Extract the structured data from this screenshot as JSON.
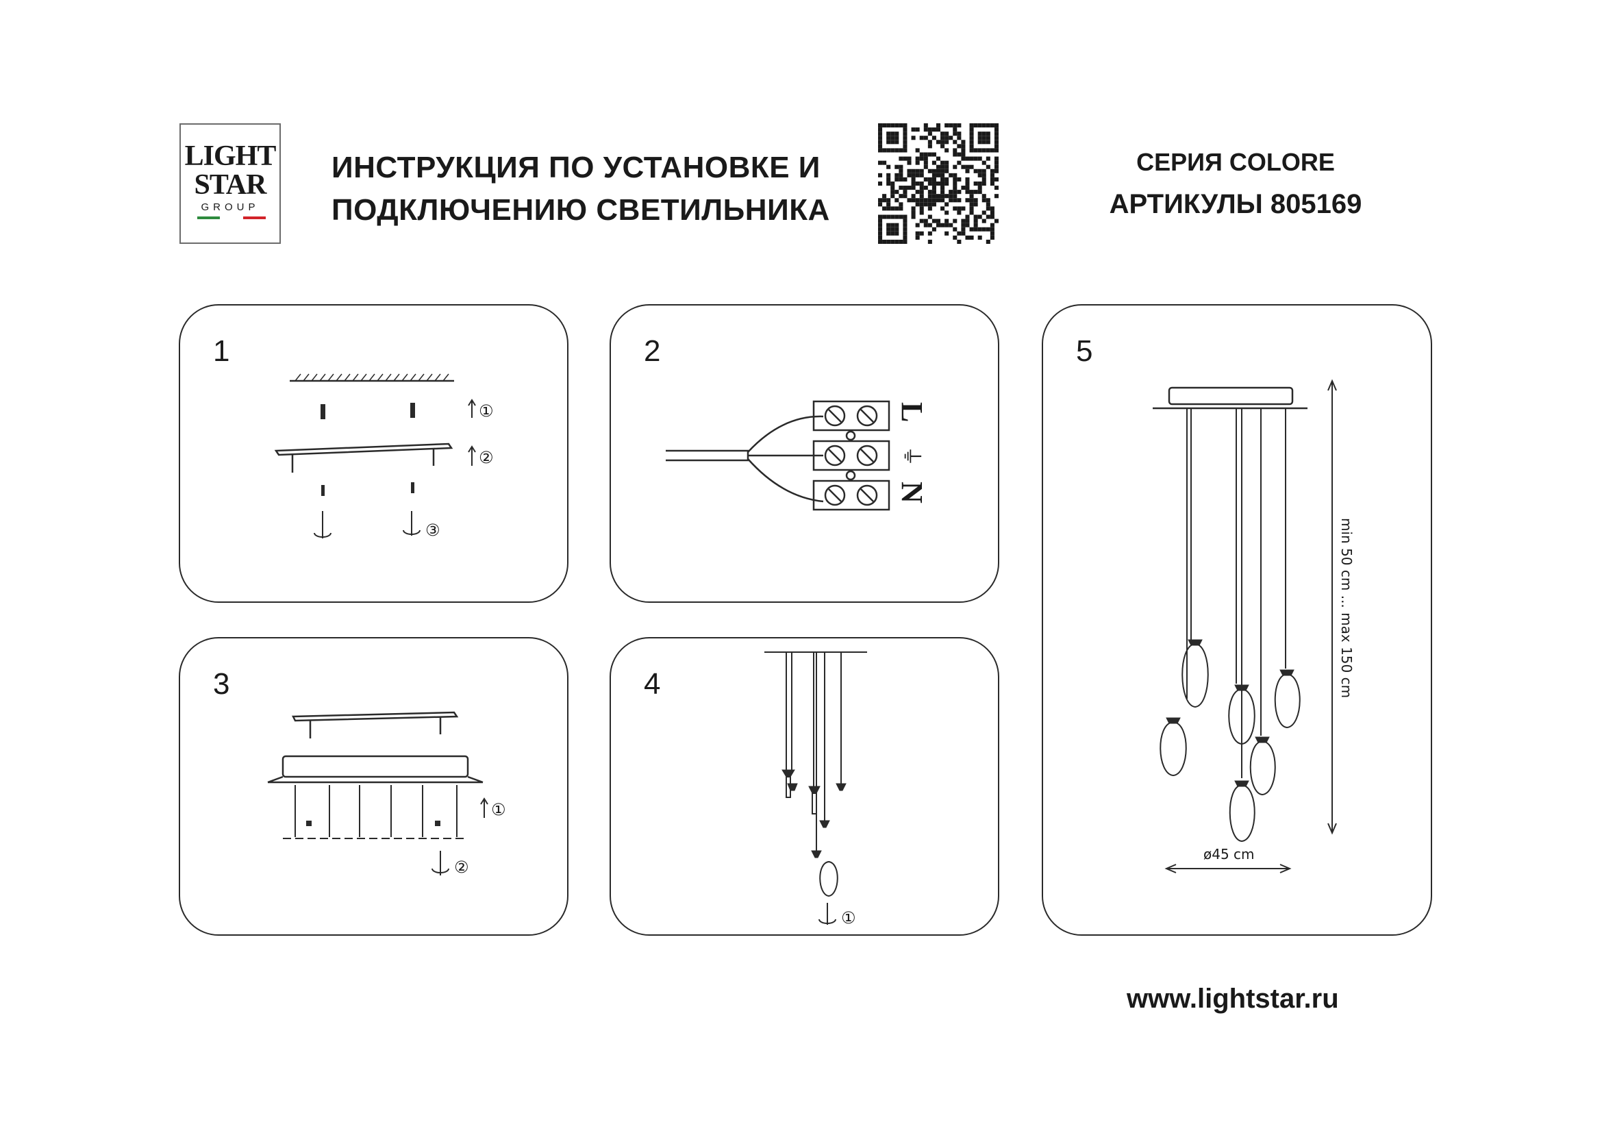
{
  "brand": {
    "logo_line1": "LIGHT",
    "logo_line2": "STAR",
    "logo_line3": "GROUP",
    "flag_colors": [
      "#2e8b3e",
      "#ffffff",
      "#d2232a"
    ]
  },
  "header": {
    "title_line1": "ИНСТРУКЦИЯ ПО УСТАНОВКЕ И",
    "title_line2": "ПОДКЛЮЧЕНИЮ СВЕТИЛЬНИКА",
    "series_label": "СЕРИЯ COLORE",
    "articles_label": "АРТИКУЛЫ 805169",
    "qr_icon": "qr-code-icon"
  },
  "steps": [
    {
      "number": "1",
      "markers": [
        "①",
        "②",
        "③"
      ]
    },
    {
      "number": "2",
      "terminals": [
        "L",
        "⏚",
        "N"
      ]
    },
    {
      "number": "3",
      "markers": [
        "①",
        "②"
      ]
    },
    {
      "number": "4",
      "markers": [
        "①"
      ]
    },
    {
      "number": "5",
      "height_label": "min 50 cm ... max 150 cm",
      "diameter_label": "ø45 cm"
    }
  ],
  "footer": {
    "website": "www.lightstar.ru"
  },
  "colors": {
    "line": "#2a2a2a",
    "text": "#1a1a1a",
    "border": "#6b6b6b"
  }
}
